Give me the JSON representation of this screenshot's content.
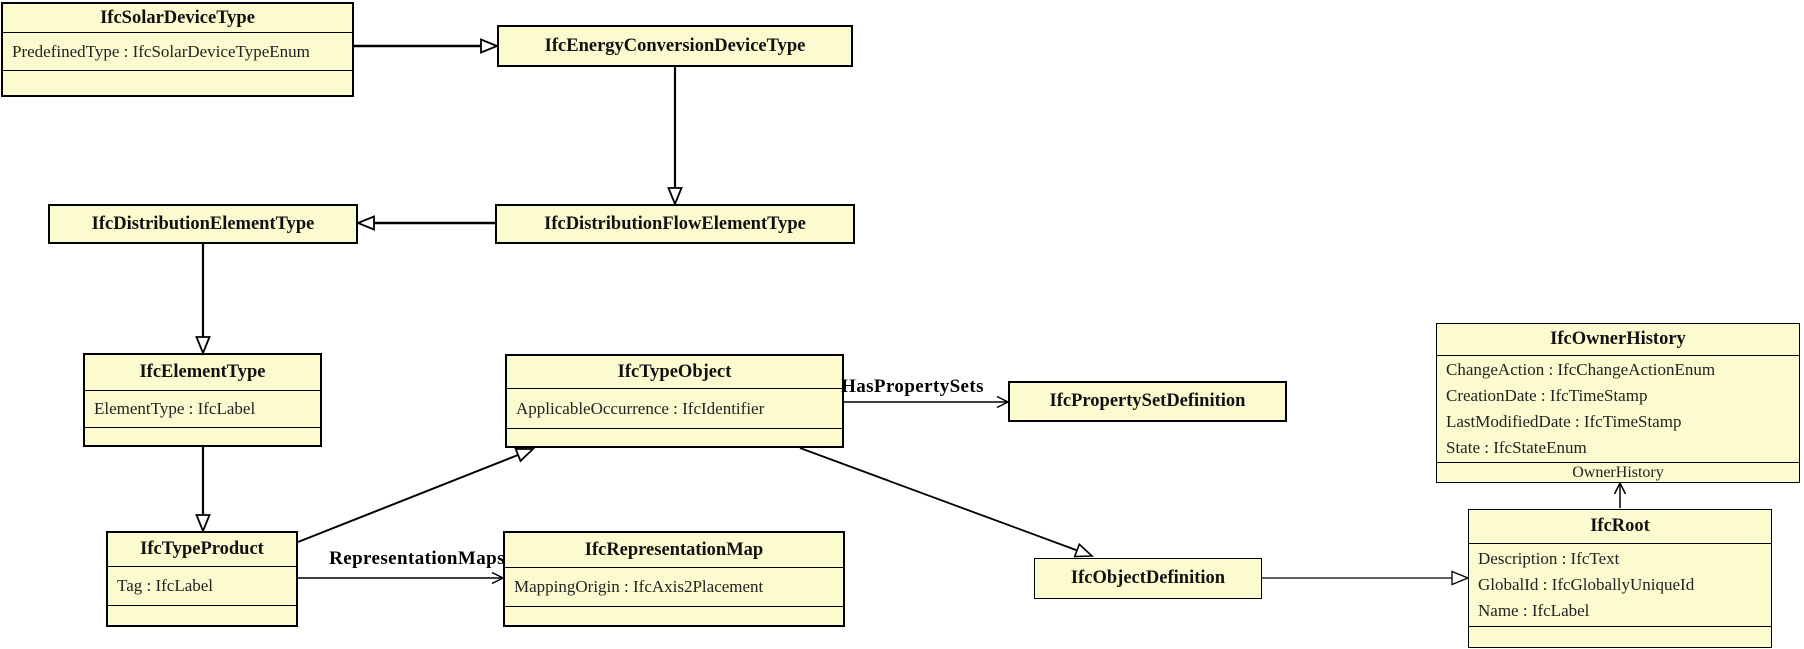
{
  "diagram": {
    "background_color": "#ffffff",
    "box_fill_color": "#fcfbd0",
    "box_border_color": "#000000"
  },
  "boxes": {
    "solar_device_type": {
      "title": "IfcSolarDeviceType",
      "attributes": [
        "PredefinedType : IfcSolarDeviceTypeEnum"
      ]
    },
    "energy_conversion_device_type": {
      "title": "IfcEnergyConversionDeviceType"
    },
    "distribution_element_type": {
      "title": "IfcDistributionElementType"
    },
    "distribution_flow_element_type": {
      "title": "IfcDistributionFlowElementType"
    },
    "element_type": {
      "title": "IfcElementType",
      "attributes": [
        "ElementType : IfcLabel"
      ]
    },
    "type_object": {
      "title": "IfcTypeObject",
      "attributes": [
        "ApplicableOccurrence : IfcIdentifier"
      ]
    },
    "property_set_definition": {
      "title": "IfcPropertySetDefinition"
    },
    "owner_history": {
      "title": "IfcOwnerHistory",
      "attributes": [
        "ChangeAction : IfcChangeActionEnum",
        "CreationDate : IfcTimeStamp",
        "LastModifiedDate : IfcTimeStamp",
        "State : IfcStateEnum"
      ],
      "footer_label": "OwnerHistory"
    },
    "type_product": {
      "title": "IfcTypeProduct",
      "attributes": [
        "Tag : IfcLabel"
      ]
    },
    "representation_map": {
      "title": "IfcRepresentationMap",
      "attributes": [
        "MappingOrigin : IfcAxis2Placement"
      ]
    },
    "object_definition": {
      "title": "IfcObjectDefinition"
    },
    "root": {
      "title": "IfcRoot",
      "attributes": [
        "Description : IfcText",
        "GlobalId : IfcGloballyUniqueId",
        "Name : IfcLabel"
      ]
    }
  },
  "edge_labels": {
    "has_property_sets": "HasPropertySets",
    "representation_maps": "RepresentationMaps"
  }
}
